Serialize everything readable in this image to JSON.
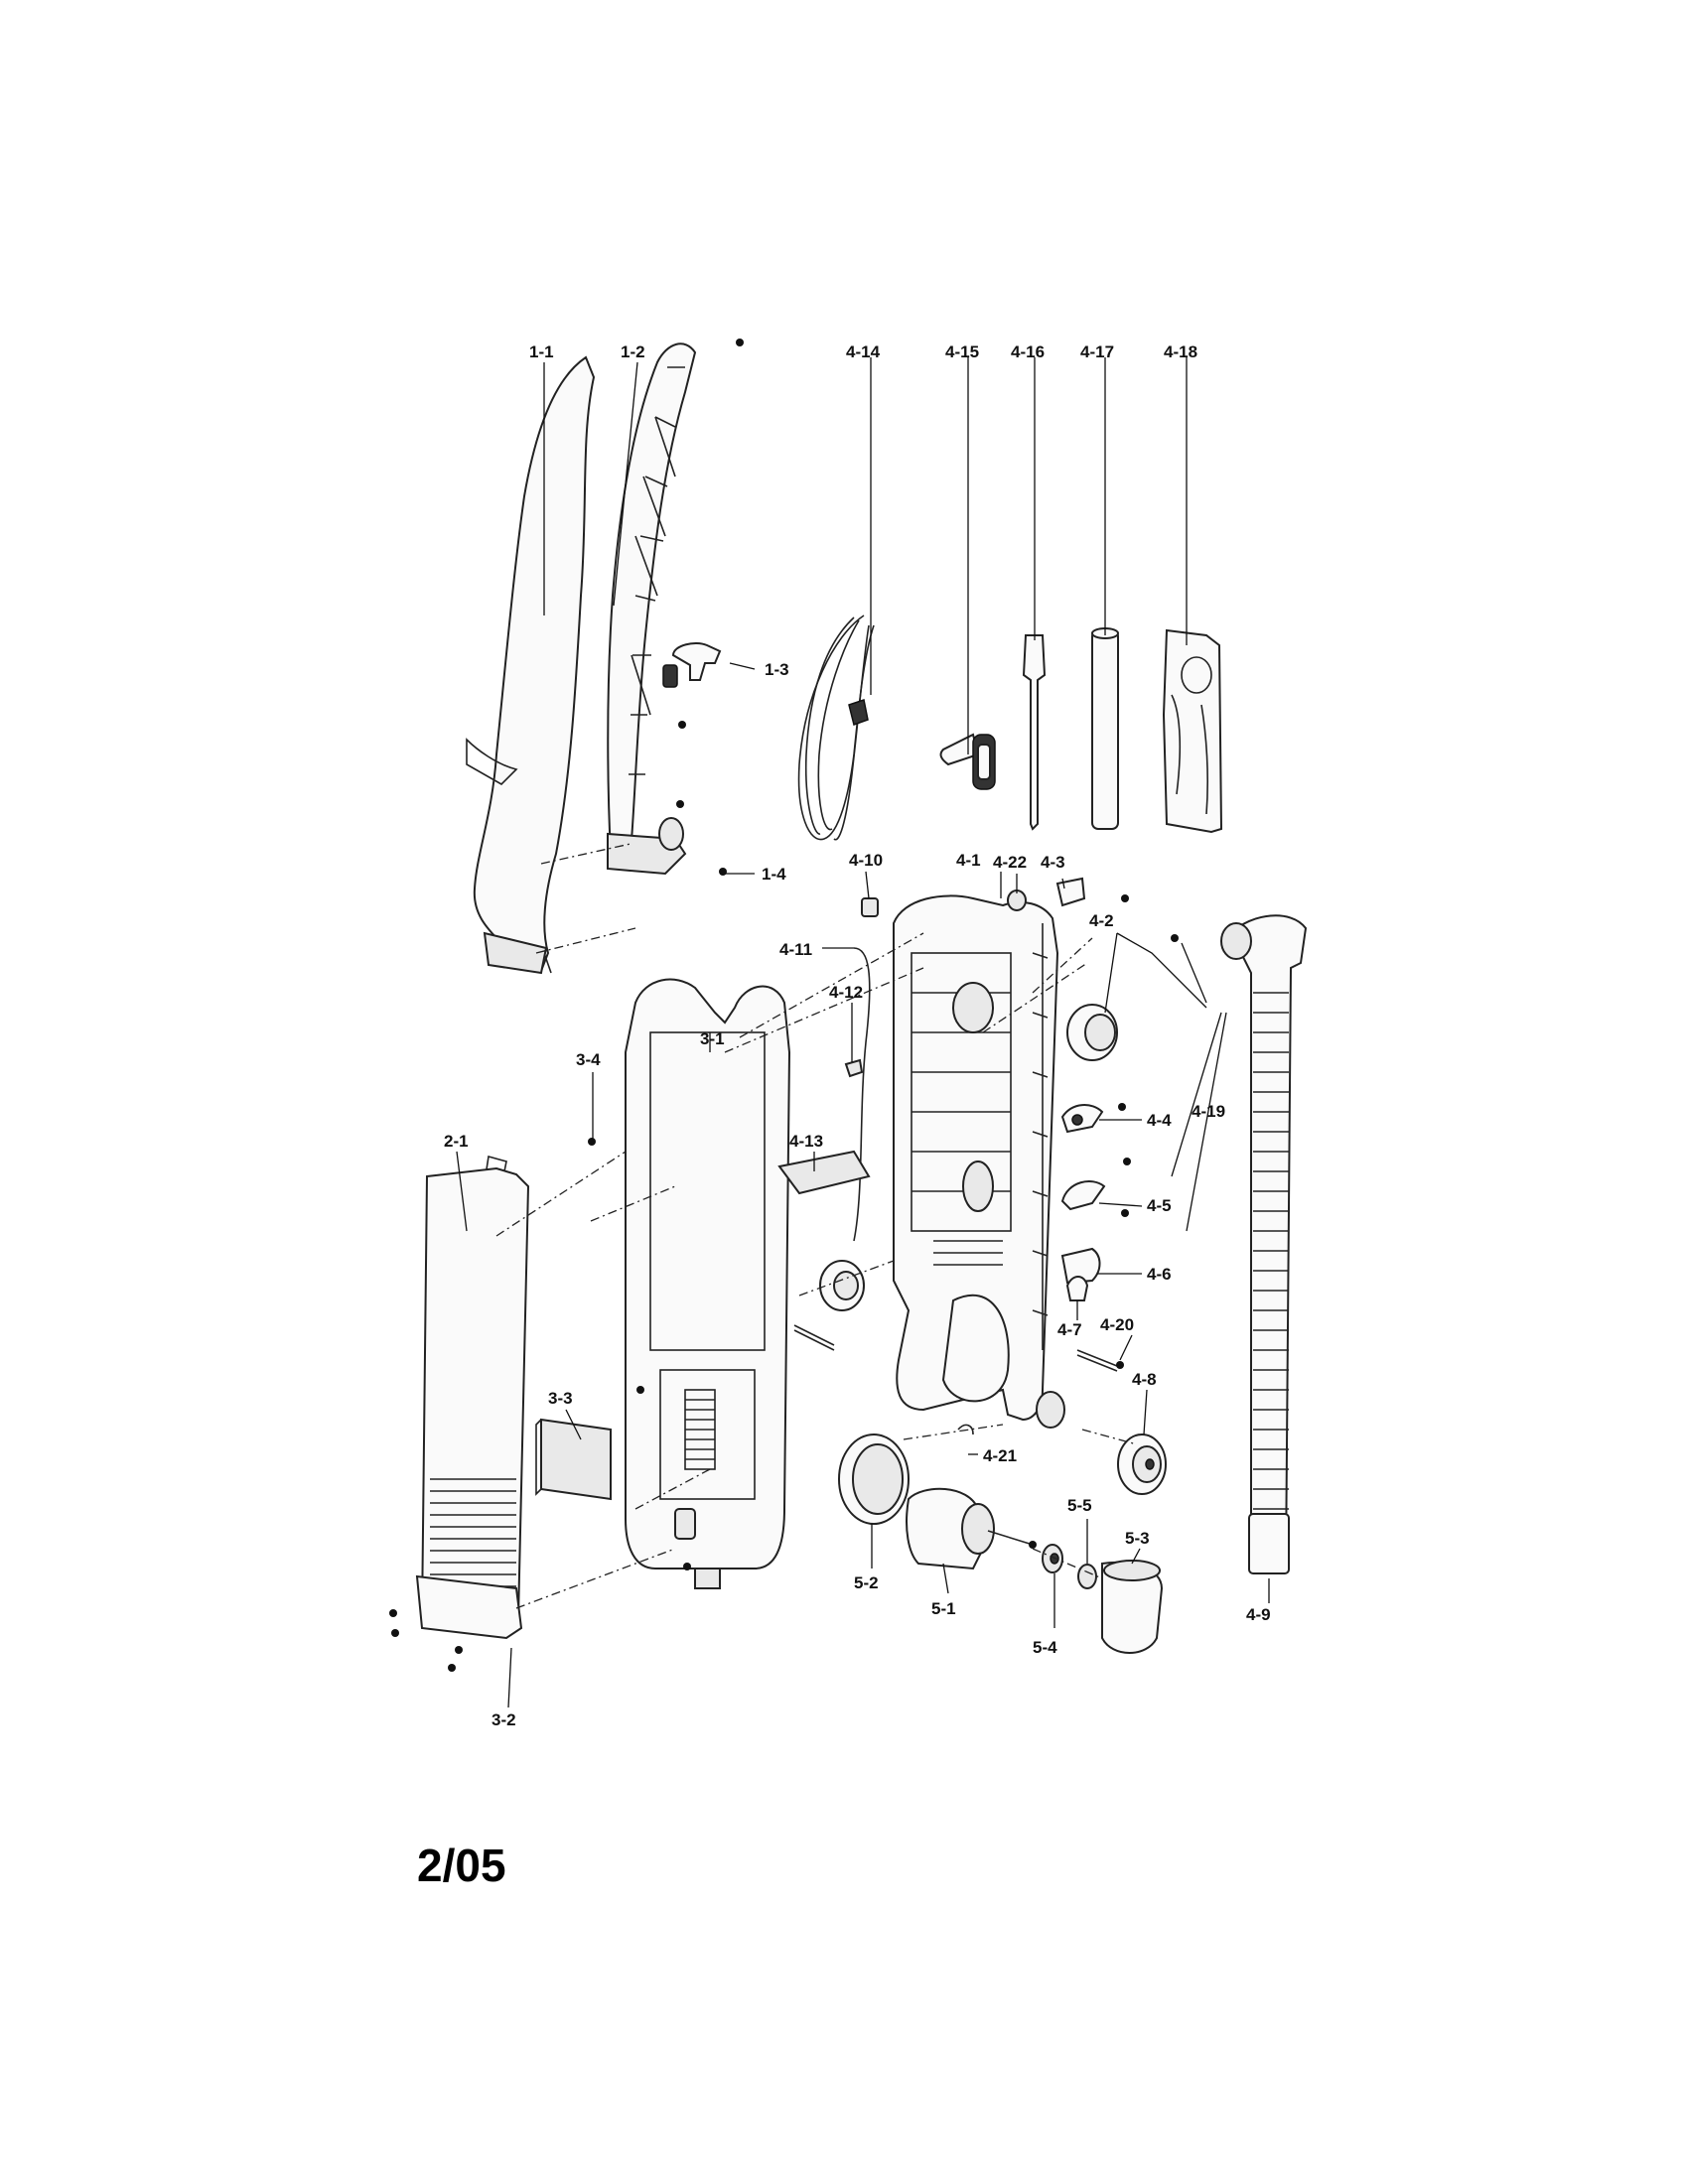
{
  "page_date": "2/05",
  "labels": {
    "p1_1": "1-1",
    "p1_2": "1-2",
    "p1_3": "1-3",
    "p1_4": "1-4",
    "p2_1": "2-1",
    "p3_1": "3-1",
    "p3_2": "3-2",
    "p3_3": "3-3",
    "p3_4": "3-4",
    "p4_1": "4-1",
    "p4_2": "4-2",
    "p4_3": "4-3",
    "p4_4": "4-4",
    "p4_5": "4-5",
    "p4_6": "4-6",
    "p4_7": "4-7",
    "p4_8": "4-8",
    "p4_9": "4-9",
    "p4_10": "4-10",
    "p4_11": "4-11",
    "p4_12": "4-12",
    "p4_13": "4-13",
    "p4_14": "4-14",
    "p4_15": "4-15",
    "p4_16": "4-16",
    "p4_17": "4-17",
    "p4_18": "4-18",
    "p4_19": "4-19",
    "p4_20": "4-20",
    "p4_21": "4-21",
    "p4_22": "4-22",
    "p5_1": "5-1",
    "p5_2": "5-2",
    "p5_3": "5-3",
    "p5_4": "5-4",
    "p5_5": "5-5"
  }
}
